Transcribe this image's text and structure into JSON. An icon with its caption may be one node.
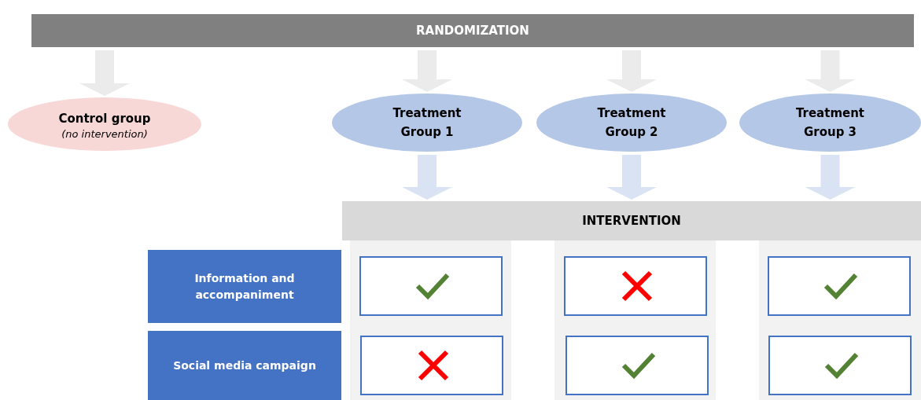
{
  "diagram": {
    "nodes": [
      {
        "text": [
          "RANDOMIZATION"
        ]
      },
      {
        "text": [
          "Control group",
          "(no intervention)"
        ]
      },
      {
        "text": [
          "Treatment Group 1"
        ]
      },
      {
        "text": [
          "Treatment Group 2"
        ]
      },
      {
        "text": [
          "Treatment Group 3"
        ]
      },
      {
        "text": [
          "INTERVENTION"
        ]
      },
      {
        "text": [
          "Information and accompaniment"
        ]
      },
      {
        "text": [
          "Social media campaign"
        ]
      },
      {
        "text": [],
        "shape": "box"
      },
      {
        "text": [],
        "shape": "box"
      },
      {
        "text": [],
        "shape": "box"
      },
      {
        "text": [],
        "shape": "box"
      },
      {
        "text": [],
        "shape": "box"
      },
      {
        "text": [],
        "shape": "box"
      }
    ],
    "edges": [
      {
        "from": 0,
        "to": 1,
        "arrow": "to"
      },
      {
        "from": 0,
        "to": 2,
        "arrow": "to"
      },
      {
        "from": 0,
        "to": 3,
        "arrow": "to"
      },
      {
        "from": 0,
        "to": 4,
        "arrow": "to"
      },
      {
        "from": 2,
        "to": 5,
        "arrow": "to",
        "color": "#dae3f3"
      },
      {
        "from": 3,
        "to": 5,
        "arrow": "to",
        "color": "#dae3f3"
      },
      {
        "from": 4,
        "to": 5,
        "arrow": "to",
        "color": "#dae3f3"
      }
    ]
  }
}
